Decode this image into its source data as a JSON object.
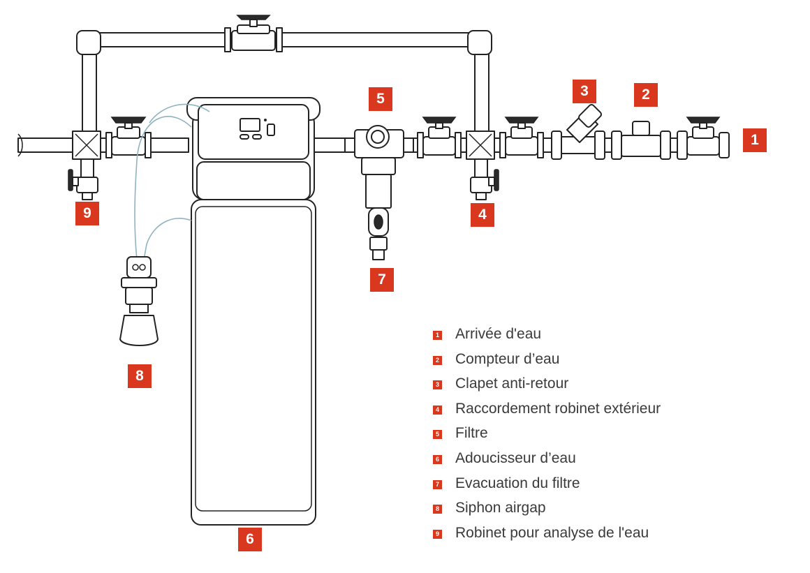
{
  "accent_color": "#d9381e",
  "callouts": [
    {
      "id": "1",
      "label": "1"
    },
    {
      "id": "2",
      "label": "2"
    },
    {
      "id": "3",
      "label": "3"
    },
    {
      "id": "4",
      "label": "4"
    },
    {
      "id": "5",
      "label": "5"
    },
    {
      "id": "6",
      "label": "6"
    },
    {
      "id": "7",
      "label": "7"
    },
    {
      "id": "8",
      "label": "8"
    },
    {
      "id": "9",
      "label": "9"
    }
  ],
  "legend": [
    {
      "num": "1",
      "label": "Arrivée d'eau"
    },
    {
      "num": "2",
      "label": "Compteur d’eau"
    },
    {
      "num": "3",
      "label": "Clapet anti-retour"
    },
    {
      "num": "4",
      "label": "Raccordement robinet extérieur"
    },
    {
      "num": "5",
      "label": "Filtre"
    },
    {
      "num": "6",
      "label": "Adoucisseur d’eau"
    },
    {
      "num": "7",
      "label": "Evacuation du filtre"
    },
    {
      "num": "8",
      "label": "Siphon airgap"
    },
    {
      "num": "9",
      "label": "Robinet pour analyse de l'eau"
    }
  ]
}
